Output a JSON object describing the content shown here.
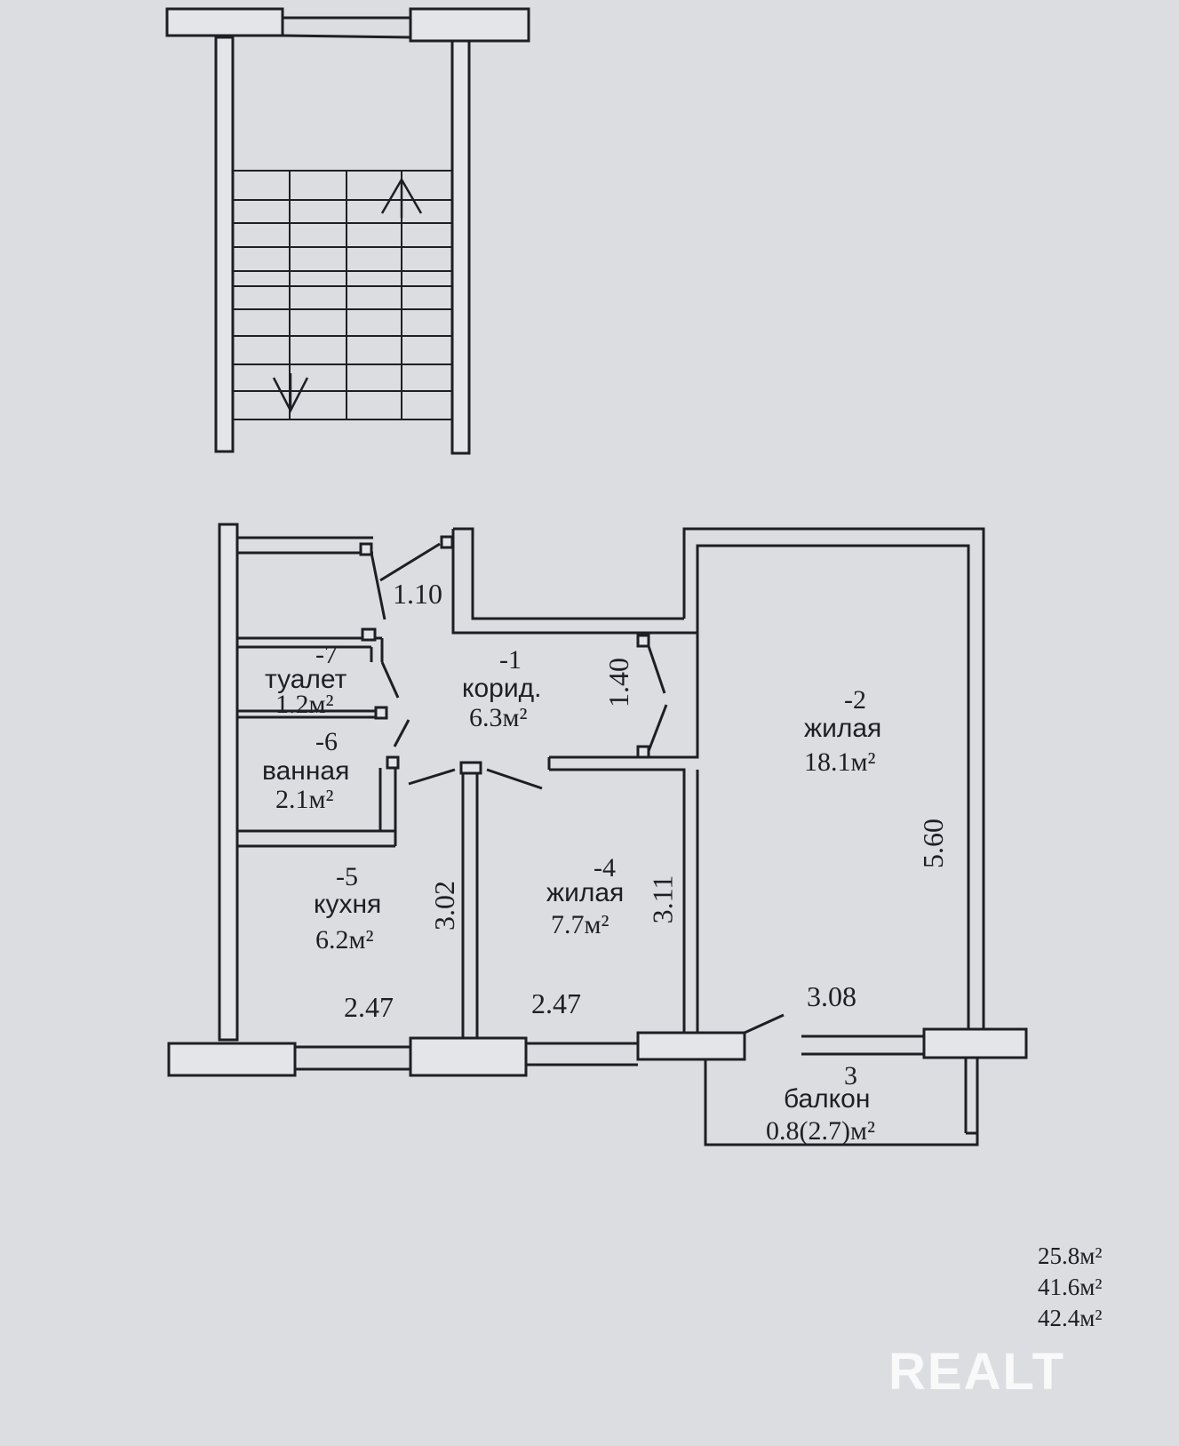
{
  "rooms": {
    "corridor": {
      "num": "-1",
      "name": "корид.",
      "area": "6.3м²"
    },
    "living_big": {
      "num": "-2",
      "name": "жилая",
      "area": "18.1м²"
    },
    "balcony": {
      "num": "3",
      "name": "балкон",
      "area": "0.8(2.7)м²"
    },
    "living_small": {
      "num": "-4",
      "name": "жилая",
      "area": "7.7м²"
    },
    "kitchen": {
      "num": "-5",
      "name": "кухня",
      "area": "6.2м²"
    },
    "bath": {
      "num": "-6",
      "name": "ванная",
      "area": "2.1м²"
    },
    "toilet": {
      "num": "-7",
      "name": "туалет",
      "area": "1.2м²"
    }
  },
  "dimensions": {
    "d1_10": "1.10",
    "d1_40": "1.40",
    "d5_60": "5.60",
    "d3_02": "3.02",
    "d3_11": "3.11",
    "d2_47_a": "2.47",
    "d2_47_b": "2.47",
    "d3_08": "3.08"
  },
  "totals": [
    "25.8м²",
    "41.6м²",
    "42.4м²"
  ],
  "watermark": "REALT",
  "colors": {
    "paper": "#dcdde0",
    "ink": "#1e1e24",
    "watermark": "#ffffff"
  }
}
